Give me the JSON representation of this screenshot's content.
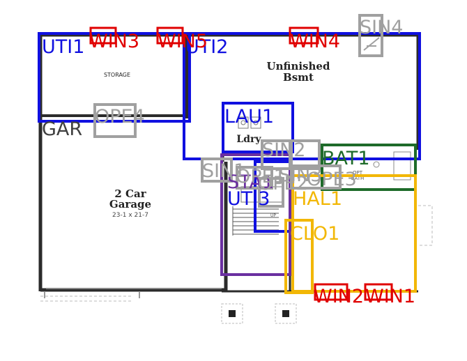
{
  "plan": {
    "storage_label": "STORAGE",
    "unfinished_line1": "Unfinished",
    "unfinished_line2": "Bsmt",
    "ldry_label": "Ldry",
    "garage_line1": "2 Car",
    "garage_line2": "Garage",
    "garage_dims": "23-1 x 21-7",
    "bath_line1": "OPT",
    "bath_line2": "BATH",
    "up_label": "UP"
  },
  "annotations": [
    {
      "id": "UTI1",
      "label": "UTI1",
      "category": "room",
      "color": "#1010e0"
    },
    {
      "id": "UTI2",
      "label": "UTI2",
      "category": "room",
      "color": "#1010e0"
    },
    {
      "id": "LAU1",
      "label": "LAU1",
      "category": "room",
      "color": "#1010e0"
    },
    {
      "id": "UTI3",
      "label": "UTI3",
      "category": "room",
      "color": "#1010e0"
    },
    {
      "id": "GAR",
      "label": "GAR",
      "category": "room",
      "color": "#404040"
    },
    {
      "id": "BAT1",
      "label": "BAT1",
      "category": "bath",
      "color": "#1e6b2a"
    },
    {
      "id": "STA1",
      "label": "STA1",
      "category": "stair",
      "color": "#6a2fa0"
    },
    {
      "id": "HAL1",
      "label": "HAL1",
      "category": "hall",
      "color": "#f2b705"
    },
    {
      "id": "CLO1",
      "label": "CLO1",
      "category": "closet",
      "color": "#f2b705"
    },
    {
      "id": "WIN1",
      "label": "WIN1",
      "category": "window",
      "color": "#e00000"
    },
    {
      "id": "WIN2",
      "label": "WIN2",
      "category": "window",
      "color": "#e00000"
    },
    {
      "id": "WIN3",
      "label": "WIN3",
      "category": "window",
      "color": "#e00000"
    },
    {
      "id": "WIN4",
      "label": "WIN4",
      "category": "window",
      "color": "#e00000"
    },
    {
      "id": "WIN5",
      "label": "WIN5",
      "category": "window",
      "color": "#e00000"
    },
    {
      "id": "SIN4",
      "label": "SIN4",
      "category": "fixture",
      "color": "#a0a0a0"
    },
    {
      "id": "OPE4",
      "label": "OPE4",
      "category": "opening",
      "color": "#a0a0a0"
    },
    {
      "id": "SIN1",
      "label": "SIN1",
      "category": "fixture",
      "color": "#a0a0a0"
    },
    {
      "id": "SIN2",
      "label": "SIN2",
      "category": "fixture",
      "color": "#a0a0a0"
    },
    {
      "id": "SIN3",
      "label": "SIN3",
      "category": "fixture",
      "color": "#a0a0a0"
    },
    {
      "id": "OPE1",
      "label": "OPE1",
      "category": "opening",
      "color": "#a0a0a0"
    },
    {
      "id": "OPE2",
      "label": "OPE2",
      "category": "opening",
      "color": "#a0a0a0"
    },
    {
      "id": "OPE3",
      "label": "OPE3",
      "category": "opening",
      "color": "#a0a0a0"
    }
  ]
}
